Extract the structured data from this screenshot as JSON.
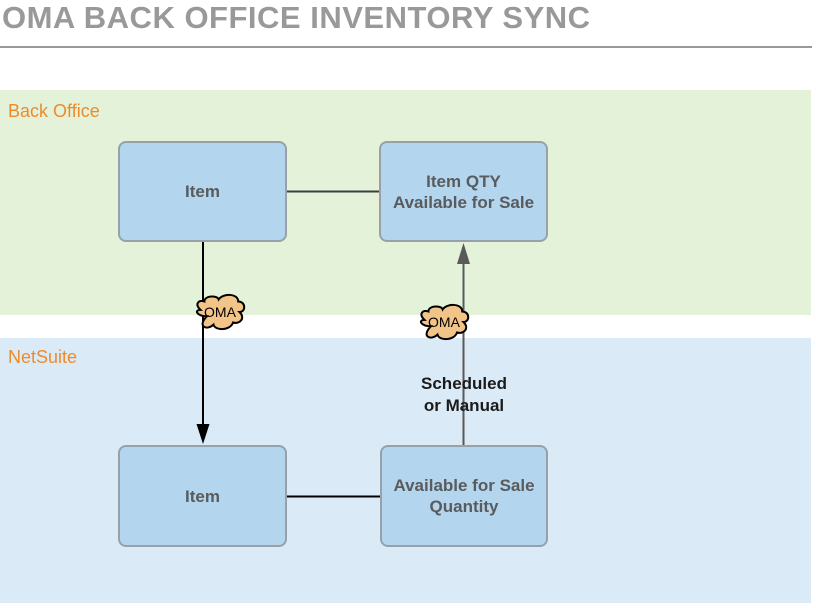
{
  "title": "OMA BACK OFFICE INVENTORY SYNC",
  "colors": {
    "title_text": "#999999",
    "back_office_lane": "#e4f2d9",
    "netsuite_lane": "#dbeaf7",
    "lane_label": "#ed8b2b",
    "node_fill": "#b3d5ee",
    "node_border": "#98a1a8",
    "node_text": "#595b5d",
    "cloud_fill": "#f2c488",
    "black_connector": "#000000",
    "gray_connector": "#595959"
  },
  "lanes": [
    {
      "label": "Back Office"
    },
    {
      "label": "NetSuite"
    }
  ],
  "nodes": {
    "back_office_item": "Item",
    "back_office_item_qty": "Item QTY\nAvailable for Sale",
    "netsuite_item": "Item",
    "netsuite_afs_qty": "Available for Sale\nQuantity"
  },
  "clouds": [
    {
      "label": "OMA"
    },
    {
      "label": "OMA"
    }
  ],
  "labels": {
    "schedule": "Scheduled\nor Manual"
  }
}
